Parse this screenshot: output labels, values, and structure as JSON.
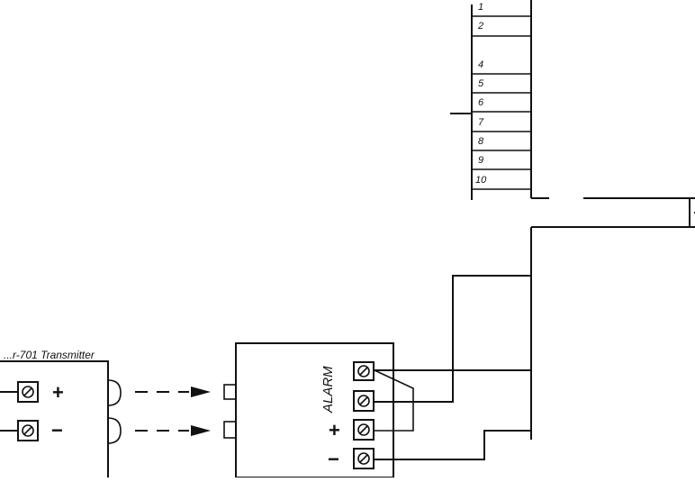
{
  "diagram": {
    "terminal_strip": {
      "numbers": [
        "1",
        "2",
        "4",
        "5",
        "6",
        "7",
        "8",
        "9",
        "10"
      ]
    },
    "transmitter": {
      "label": "...r-701 Transmitter",
      "plus_sign": "+",
      "minus_sign": "−"
    },
    "alarm_unit": {
      "label": "ALARM",
      "plus_sign": "+",
      "minus_sign": "−"
    },
    "colors": {
      "line": "#111111",
      "background": "#ffffff"
    },
    "icons": [
      "screw-terminal-icon",
      "arrow-right-icon"
    ]
  }
}
